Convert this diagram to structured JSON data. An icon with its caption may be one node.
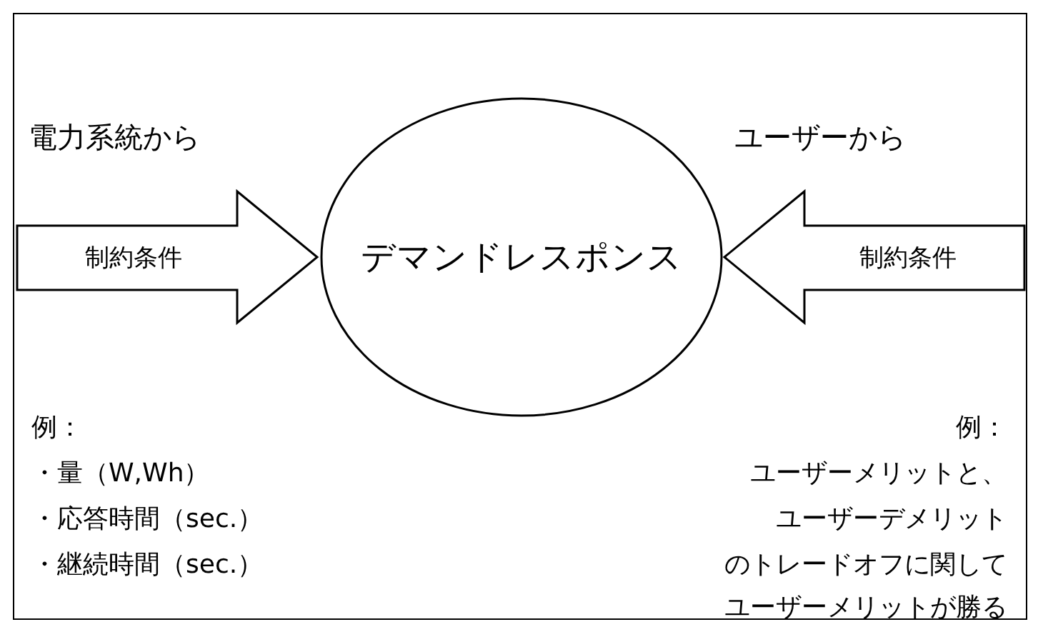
{
  "diagram": {
    "nodes": [
      {
        "text": [
          "デマンドレスポンス"
        ]
      },
      {
        "text": [
          "制約条件"
        ]
      },
      {
        "text": [
          "制約条件"
        ]
      }
    ],
    "labels": [
      "電力系統から",
      "ユーザーから",
      "例：",
      "・量（W,Wh）",
      "・応答時間（sec.）",
      "・継続時間（sec.）",
      "例：",
      "ユーザーメリットと、",
      "ユーザーデメリット",
      "のトレードオフに関して",
      "ユーザーメリットが勝る"
    ]
  }
}
